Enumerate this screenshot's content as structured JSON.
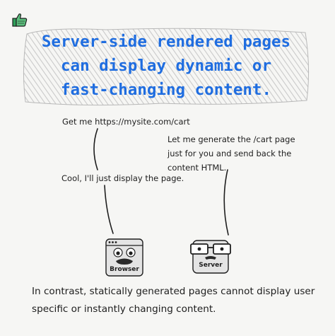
{
  "headline": {
    "lines": [
      "Server-side rendered pages",
      "can display dynamic or",
      "fast-changing content."
    ]
  },
  "messages": {
    "browser_request": "Get me https://mysite.com/cart",
    "server_reply_lines": [
      "Let me generate the /cart page",
      "just for you and send back the",
      "content HTML."
    ],
    "browser_ack": "Cool, I'll just display the page."
  },
  "actors": {
    "browser_label": "Browser",
    "server_label": "Server"
  },
  "footer": {
    "lines": [
      "In contrast, statically generated pages cannot display user",
      "specific or instantly changing content."
    ]
  },
  "colors": {
    "headline": "#1f6de0",
    "banner_hatch": "#c9c9c9",
    "thumb_icon": "#2fa05a",
    "ink": "#1e1e1e"
  },
  "icons": {
    "corner": "thumbs-up-icon",
    "browser": "browser-face-icon",
    "server": "server-face-icon"
  }
}
